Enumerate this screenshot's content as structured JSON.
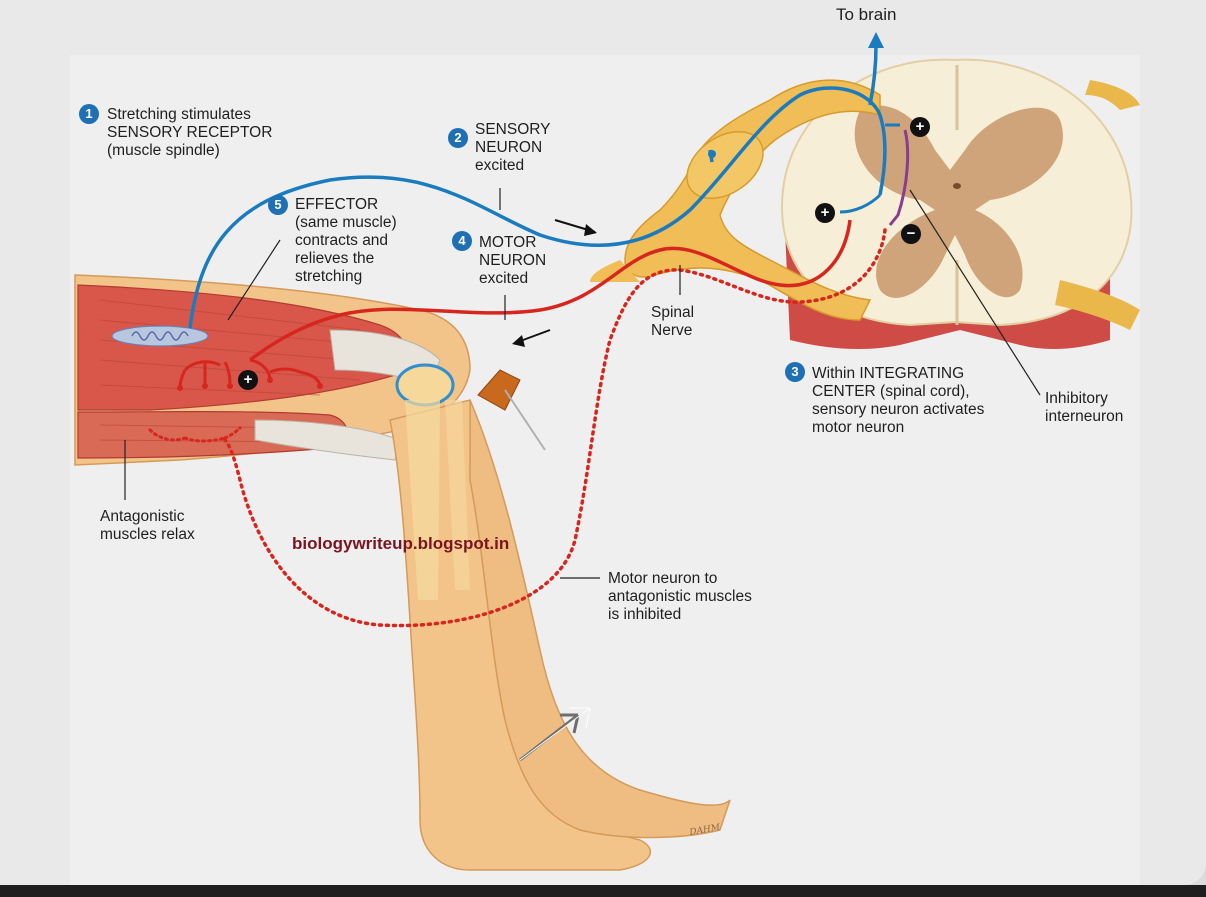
{
  "labels": {
    "to_brain": "To brain",
    "step1": "Stretching stimulates\nSENSORY RECEPTOR\n(muscle spindle)",
    "step2": "SENSORY\nNEURON\nexcited",
    "step3": "Within INTEGRATING\nCENTER (spinal cord),\nsensory neuron activates\nmotor neuron",
    "step4": "MOTOR\nNEURON\nexcited",
    "step5": "EFFECTOR\n(same muscle)\ncontracts and\nrelieves the\nstretching",
    "spinal_nerve": "Spinal\nNerve",
    "inhibitory": "Inhibitory\ninterneuron",
    "antagonistic": "Antagonistic\nmuscles relax",
    "motor_inhibited": "Motor neuron to\nantagonistic muscles\nis inhibited",
    "watermark": "biologywriteup.blogspot.in"
  },
  "steps": {
    "n1": "1",
    "n2": "2",
    "n3": "3",
    "n4": "4",
    "n5": "5"
  },
  "signs": {
    "plus": "+",
    "minus": "−"
  },
  "colors": {
    "sensory": "#1a7bbf",
    "motor": "#d7261e",
    "interneuron": "#8a3d8f",
    "muscle": "#d9564a",
    "skin": "#f2c48a",
    "cord_white": "#f7eed9",
    "cord_gray": "#c89a6c"
  }
}
